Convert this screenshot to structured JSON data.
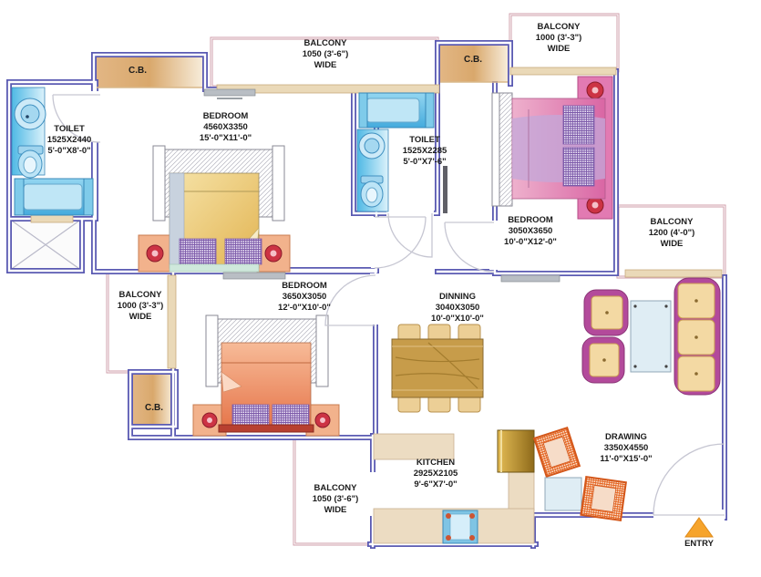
{
  "labels": {
    "bedroom1": {
      "name": "BEDROOM",
      "mm": "4560X3350",
      "ft": "15'-0\"X11'-0\""
    },
    "bedroom2": {
      "name": "BEDROOM",
      "mm": "3050X3650",
      "ft": "10'-0\"X12'-0\""
    },
    "bedroom3": {
      "name": "BEDROOM",
      "mm": "3650X3050",
      "ft": "12'-0\"X10'-0\""
    },
    "toilet1": {
      "name": "TOILET",
      "mm": "1525X2440",
      "ft": "5'-0\"X8'-0\""
    },
    "toilet2": {
      "name": "TOILET",
      "mm": "1525X2285",
      "ft": "5'-0\"X7'-6\""
    },
    "dining": {
      "name": "DINNING",
      "mm": "3040X3050",
      "ft": "10'-0\"X10'-0\""
    },
    "kitchen": {
      "name": "KITCHEN",
      "mm": "2925X2105",
      "ft": "9'-6\"X7'-0\""
    },
    "drawing": {
      "name": "DRAWING",
      "mm": "3350X4550",
      "ft": "11'-0\"X15'-0\""
    },
    "balcony_top": {
      "name": "BALCONY",
      "size": "1050 (3'-6\")",
      "wide": "WIDE"
    },
    "balcony_top_right": {
      "name": "BALCONY",
      "size": "1000 (3'-3\")",
      "wide": "WIDE"
    },
    "balcony_right": {
      "name": "BALCONY",
      "size": "1200 (4'-0\")",
      "wide": "WIDE"
    },
    "balcony_left": {
      "name": "BALCONY",
      "size": "1000 (3'-3\")",
      "wide": "WIDE"
    },
    "balcony_bottom": {
      "name": "BALCONY",
      "size": "1050 (3'-6\")",
      "wide": "WIDE"
    },
    "cb1": "C.B.",
    "cb2": "C.B.",
    "cb3": "C.B.",
    "entry": "ENTRY"
  },
  "colors": {
    "wall": "#5a5ab2",
    "balconyWall": "#cf9daa",
    "window": "#ead9b8",
    "windowEdge": "#c9ab7e",
    "closetDark": "#d9a86c",
    "water": "#5fc4e9",
    "waterLight": "#c3e9f7",
    "bedYellow": "#eeca7a",
    "bedPink": "#e287b7",
    "bedSalmon": "#f0936c",
    "pillow": "#7b58a8",
    "sofaFrame": "#b34a9b",
    "cushion": "#f3d9a3",
    "wood": "#c79c4a",
    "counter": "#ecdcc2",
    "table": "#dfedf4",
    "entryArrow": "#f6a42c",
    "chairOrange": "#e4631f",
    "tvGray": "#b9bec4",
    "benchOrange": "#f2b28c",
    "knobRed": "#cc3344"
  }
}
